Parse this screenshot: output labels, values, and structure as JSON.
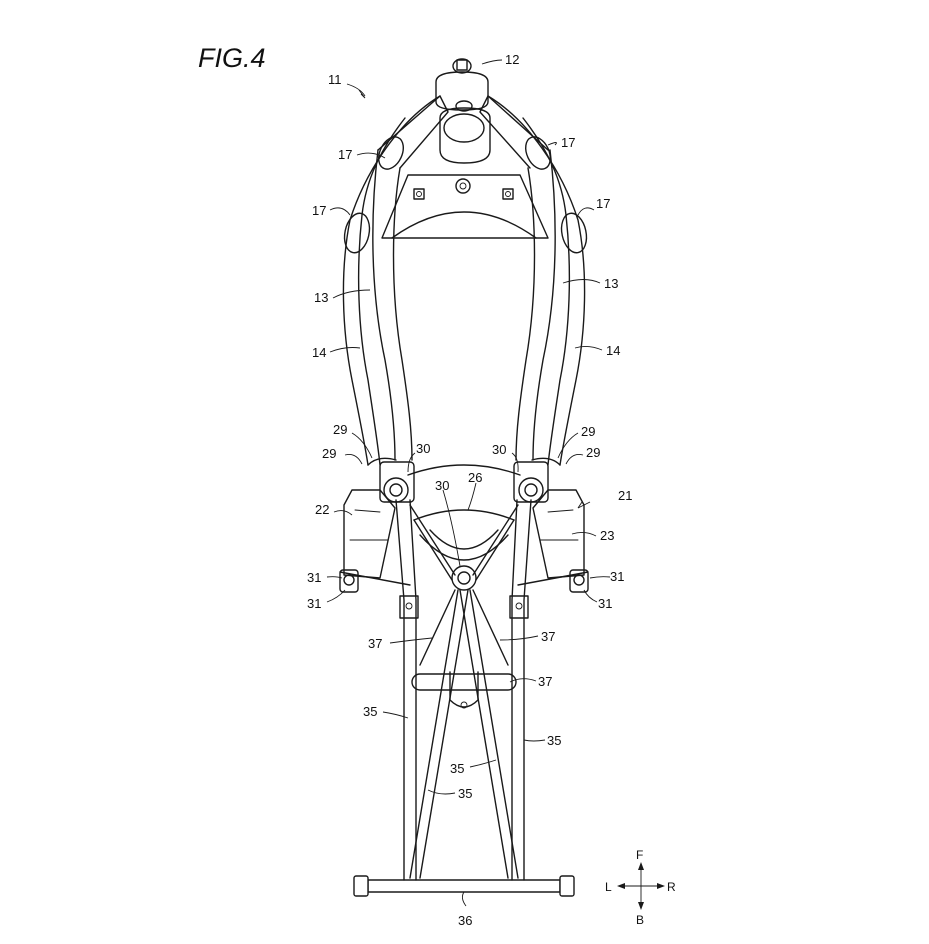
{
  "figure": {
    "title": "FIG.4",
    "labels": {
      "l11": "11",
      "l12": "12",
      "l17a": "17",
      "l17b": "17",
      "l17c": "17",
      "l17d": "17",
      "l13a": "13",
      "l13b": "13",
      "l14a": "14",
      "l14b": "14",
      "l29a": "29",
      "l29b": "29",
      "l29c": "29",
      "l29d": "29",
      "l30a": "30",
      "l30b": "30",
      "l30c": "30",
      "l26": "26",
      "l21": "21",
      "l22": "22",
      "l23": "23",
      "l31a": "31",
      "l31b": "31",
      "l31c": "31",
      "l31d": "31",
      "l37a": "37",
      "l37b": "37",
      "l37c": "37",
      "l35a": "35",
      "l35b": "35",
      "l35c": "35",
      "l35d": "35",
      "l36": "36"
    },
    "direction": {
      "front": "F",
      "back": "B",
      "left": "L",
      "right": "R"
    }
  }
}
